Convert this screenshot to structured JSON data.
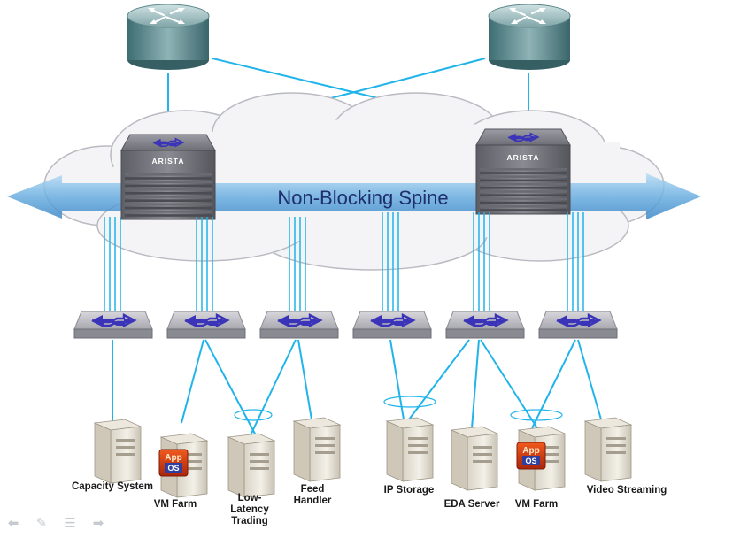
{
  "spine": {
    "title": "Non-Blocking Spine",
    "brand": "ARISTA"
  },
  "routers": [
    {
      "name": "router-left",
      "icon": "router-icon"
    },
    {
      "name": "router-right",
      "icon": "router-icon"
    }
  ],
  "leaf_switches": 6,
  "servers": [
    {
      "label_lines": [
        "Capacity System"
      ],
      "badge": false
    },
    {
      "label_lines": [
        "VM Farm"
      ],
      "badge": true
    },
    {
      "label_lines": [
        "Low-",
        "Latency",
        "Trading"
      ],
      "badge": false
    },
    {
      "label_lines": [
        "Feed",
        "Handler"
      ],
      "badge": false
    },
    {
      "label_lines": [
        "IP Storage"
      ],
      "badge": false
    },
    {
      "label_lines": [
        "EDA  Server"
      ],
      "badge": false
    },
    {
      "label_lines": [
        "VM Farm"
      ],
      "badge": true
    },
    {
      "label_lines": [
        "Video Streaming"
      ],
      "badge": false
    }
  ],
  "badge": {
    "app": "App",
    "os": "OS"
  },
  "colors": {
    "link": "#20b4ea",
    "switch_arrow": "#3b34b8",
    "arrow_band": "#6aaee0",
    "spine_text": "#1f2f6e"
  },
  "nav": {
    "icons": [
      "back-arrow-icon",
      "pen-icon",
      "menu-icon",
      "forward-arrow-icon"
    ]
  }
}
